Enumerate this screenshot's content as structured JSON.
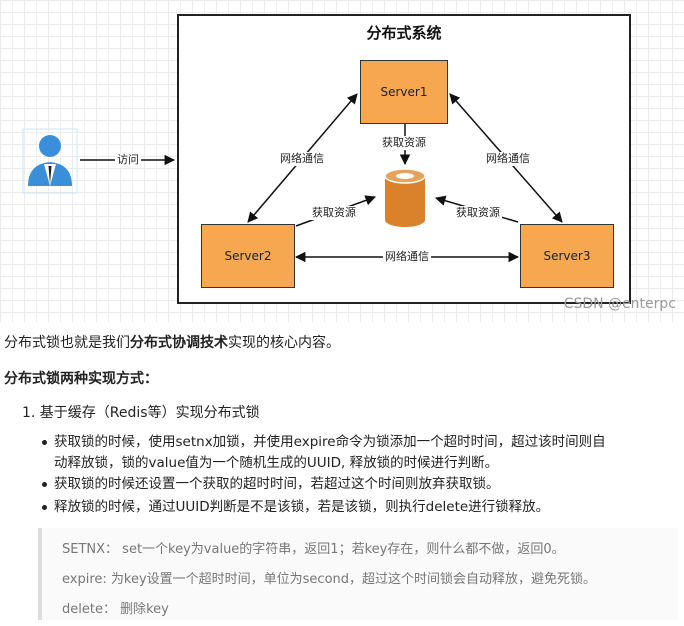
{
  "diagram": {
    "title": "分布式系统",
    "servers": [
      "Server1",
      "Server2",
      "Server3"
    ],
    "labels": {
      "visit": "访问",
      "net_left": "网络通信",
      "net_right": "网络通信",
      "net_bottom": "网络通信",
      "get_top": "获取资源",
      "get_left": "获取资源",
      "get_right": "获取资源"
    },
    "colors": {
      "server_fill": "#f7a750",
      "resource": "#d9822b",
      "user": "#3a8fd9"
    },
    "icons": [
      "user-icon",
      "database-icon"
    ]
  },
  "text": {
    "intro_pre": "分布式锁也就是我们",
    "intro_bold": "分布式协调技术",
    "intro_post": "实现的核心内容。",
    "heading": "分布式锁两种实现方式：",
    "list_item": "1. 基于缓存（Redis等）实现分布式锁",
    "bullets": [
      "获取锁的时候，使用setnx加锁，并使用expire命令为锁添加一个超时时间，超过该时间则自",
      "动释放锁，锁的value值为一个随机生成的UUID, 释放锁的时候进行判断。",
      "获取锁的时候还设置一个获取的超时时间，若超过这个时间则放弃获取锁。",
      "释放锁的时候，通过UUID判断是不是该锁，若是该锁，则执行delete进行锁释放。"
    ],
    "quote": [
      "SETNX： set一个key为value的字符串，返回1；若key存在，则什么都不做，返回0。",
      "expire: 为key设置一个超时时间，单位为second，超过这个时间锁会自动释放，避免死锁。",
      "delete： 删除key"
    ],
    "watermark": "CSDN @enterpc"
  }
}
